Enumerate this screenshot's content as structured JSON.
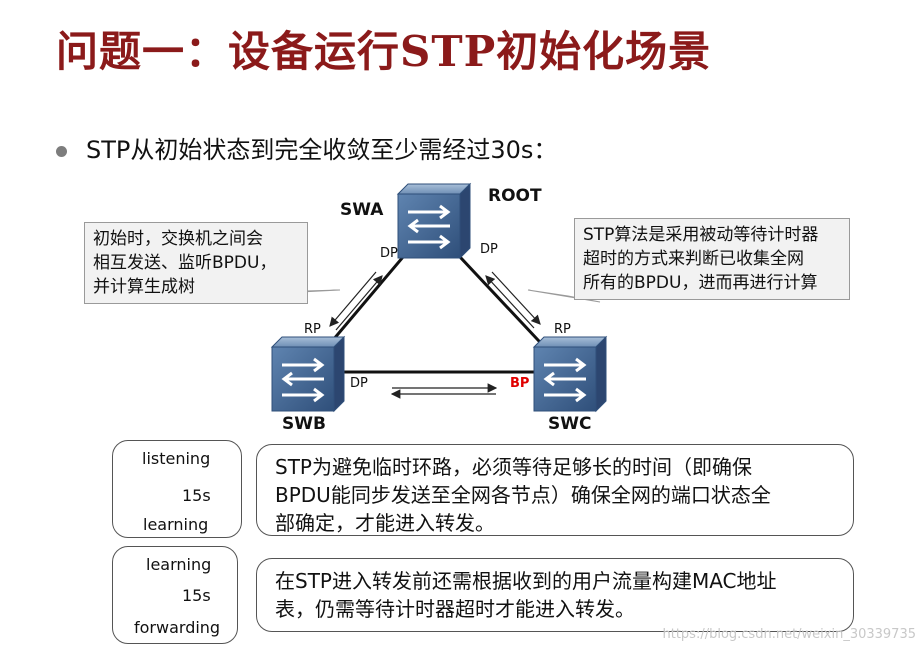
{
  "title": "问题一：设备运行STP初始化场景",
  "bullet": "STP从初始状态到完全收敛至少需经过30s：",
  "callouts": {
    "left": [
      "初始时，交换机之间会",
      "相互发送、监听BPDU，",
      "并计算生成树"
    ],
    "right": [
      "STP算法是采用被动等待计时器",
      "超时的方式来判断已收集全网",
      "所有的BPDU，进而再进行计算"
    ]
  },
  "switches": {
    "swa": "SWA",
    "root": "ROOT",
    "swb": "SWB",
    "swc": "SWC"
  },
  "ports": {
    "swa_left": "DP",
    "swa_right": "DP",
    "swb_top": "RP",
    "swb_right": "DP",
    "swc_top": "RP",
    "swc_left": "BP"
  },
  "colors": {
    "title": "#8b1a1a",
    "blocked_port": "#e00000",
    "switch_body": "#4a6f9a"
  },
  "states": [
    {
      "from": "listening",
      "duration": "15s",
      "to": "learning",
      "description": [
        "STP为避免临时环路，必须等待足够长的时间（即确保",
        "BPDU能同步发送至全网各节点）确保全网的端口状态全",
        "部确定，才能进入转发。"
      ]
    },
    {
      "from": "learning",
      "duration": "15s",
      "to": "forwarding",
      "description": [
        "在STP进入转发前还需根据收到的用户流量构建MAC地址",
        "表，仍需等待计时器超时才能进入转发。"
      ]
    }
  ],
  "watermark": "https://blog.csdn.net/weixin_30339735"
}
